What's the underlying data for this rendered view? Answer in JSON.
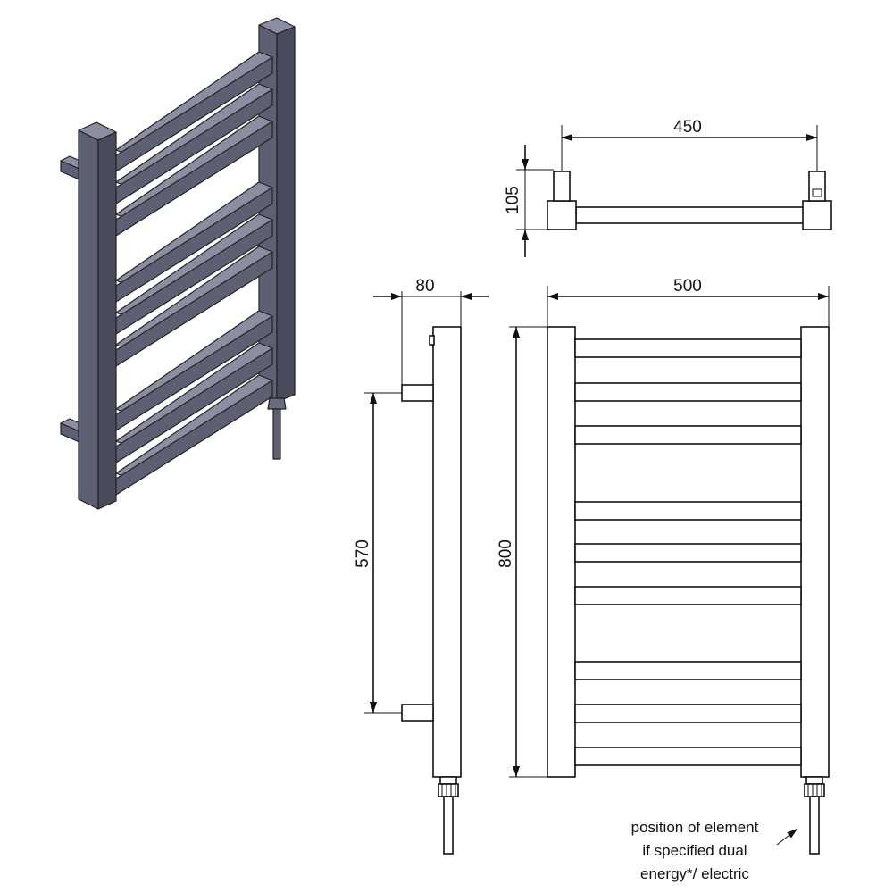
{
  "dimensions": {
    "top_width": "450",
    "top_depth": "105",
    "side_depth": "80",
    "front_width": "500",
    "pipe_centres": "570",
    "overall_height": "800"
  },
  "note": {
    "line1": "position of element",
    "line2": "if specified dual",
    "line3": "energy*/ electric"
  },
  "colors": {
    "metal_front": "#5d5f72",
    "metal_side": "#494b5c",
    "metal_top": "#8b8da0",
    "outline": "#111111"
  }
}
